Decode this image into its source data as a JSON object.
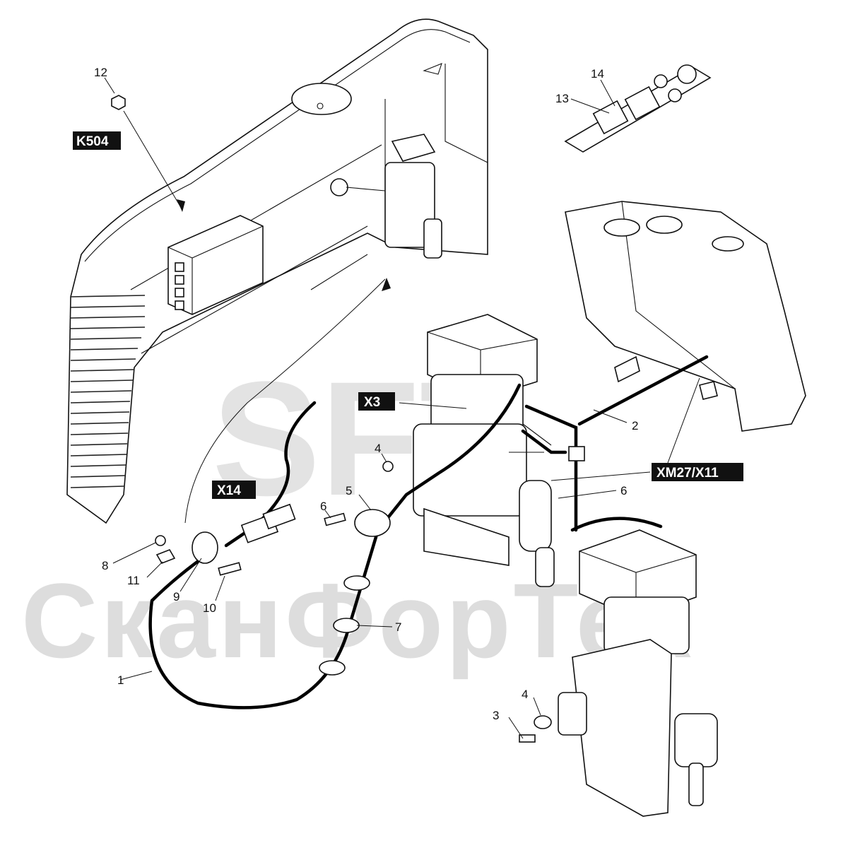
{
  "watermark": {
    "logo_text": "SFT",
    "brand_text": "СканФорТек"
  },
  "tags": {
    "k504": "K504",
    "x3": "X3",
    "x14": "X14",
    "xm27_x11": "XM27/X11"
  },
  "callouts": {
    "n1": "1",
    "n2": "2",
    "n3": "3",
    "n4a": "4",
    "n4b": "4",
    "n5": "5",
    "n6a": "6",
    "n6b": "6",
    "n7": "7",
    "n8": "8",
    "n9": "9",
    "n10": "10",
    "n11": "11",
    "n12": "12",
    "n13": "13",
    "n14": "14"
  },
  "colors": {
    "line": "#111111",
    "tag_bg": "#111111",
    "tag_text": "#ffffff",
    "watermark": "#c8c8c8"
  }
}
